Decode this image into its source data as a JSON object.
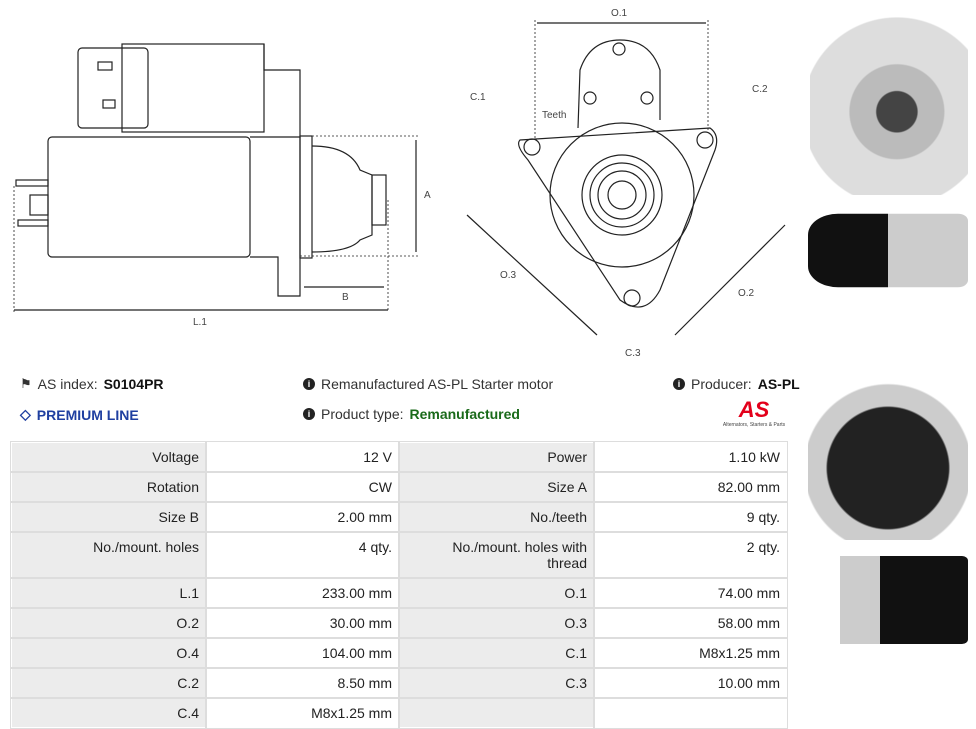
{
  "drawing": {
    "labels": {
      "o1": "O.1",
      "c1": "C.1",
      "c2": "C.2",
      "c3": "C.3",
      "teeth": "Teeth",
      "o2": "O.2",
      "o3": "O.3",
      "a": "A",
      "b": "B",
      "l1": "L.1"
    }
  },
  "info": {
    "as_index_label": "AS index:",
    "as_index_value": "S0104PR",
    "premium": "PREMIUM LINE",
    "description": "Remanufactured AS-PL Starter motor",
    "product_type_label": "Product type:",
    "product_type_value": "Remanufactured",
    "producer_label": "Producer:",
    "producer_value": "AS-PL",
    "logo_text": "AS",
    "logo_tagline": "Alternators, Starters & Parts"
  },
  "colors": {
    "premium": "#1f3fa0",
    "remanufactured": "#1a6a1a",
    "logo": "#e3001b"
  },
  "specs": [
    [
      "Voltage",
      "12 V",
      "Power",
      "1.10 kW"
    ],
    [
      "Rotation",
      "CW",
      "Size A",
      "82.00 mm"
    ],
    [
      "Size B",
      "2.00 mm",
      "No./teeth",
      "9 qty."
    ],
    [
      "No./mount. holes",
      "4 qty.",
      "No./mount. holes with thread",
      "2 qty."
    ],
    [
      "L.1",
      "233.00 mm",
      "O.1",
      "74.00 mm"
    ],
    [
      "O.2",
      "30.00 mm",
      "O.3",
      "58.00 mm"
    ],
    [
      "O.4",
      "104.00 mm",
      "C.1",
      "M8x1.25 mm"
    ],
    [
      "C.2",
      "8.50 mm",
      "C.3",
      "10.00 mm"
    ],
    [
      "C.4",
      "M8x1.25 mm",
      "",
      ""
    ]
  ]
}
